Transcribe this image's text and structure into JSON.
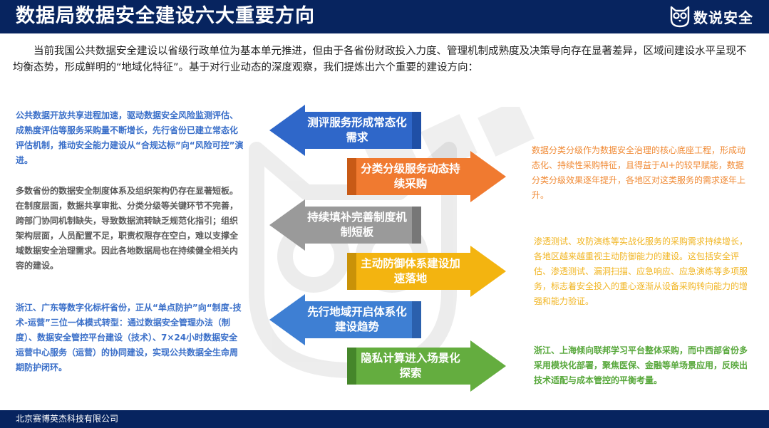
{
  "header": {
    "title": "数据局数据安全建设六大重要方向",
    "logo_text": "数说安全"
  },
  "intro": "当前我国公共数据安全建设以省级行政单位为基本单元推进，但由于各省份财政投入力度、管理机制成熟度及决策导向存在显著差异，区域间建设水平呈现不均衡态势，形成鲜明的“地域化特征”。基于对行业动态的深度观察，我们提炼出六个重要的建设方向：",
  "arrows": [
    {
      "label": "测评服务形成常态化需求",
      "color": "#2f67c9"
    },
    {
      "label": "分类分级服务动态持续采购",
      "color": "#f07a30"
    },
    {
      "label": "持续填补完善制度机制短板",
      "color": "#9a9a9a"
    },
    {
      "label": "主动防御体系建设加速落地",
      "color": "#f3b410"
    },
    {
      "label": "先行地域开启体系化建设趋势",
      "color": "#3e7fd3"
    },
    {
      "label": "隐私计算进入场景化探索",
      "color": "#64ad3f"
    }
  ],
  "descriptions": {
    "left_1": "公共数据开放共享进程加速，驱动数据安全风险监测评估、成熟度评估等服务采购量不断增长，先行省份已建立常态化评估机制，推动安全能力建设从“合规达标”向“风险可控”演进。",
    "right_1": "数据分类分级作为数据安全治理的核心底座工程，形成动态化、持续性采购特征，且得益于AI+的较早赋能，数据分类分级效果逐年提升，各地区对这类服务的需求逐年上升。",
    "left_2": "多数省份的数据安全制度体系及组织架构仍存在显著短板。在制度层面，数据共享审批、分类分级等关键环节不完善，跨部门协同机制缺失，导致数据流转缺乏规范化指引；组织架构层面，人员配置不足，职责权限存在空白，难以支撑全域数据安全治理需求。因此各地数据局也在持续健全相关内容的建设。",
    "right_2": "渗透测试、攻防演练等实战化服务的采购需求持续增长，各地区越来越重视主动防御能力的建设。这包括安全评估、渗透测试、漏洞扫描、应急响应、应急演练等多项服务，标志着安全投入的重心逐渐从设备采购转向能力的增强和能力验证。",
    "left_3": "浙江、广东等数字化标杆省份，正从“单点防护”向“制度-技术-运营”三位一体模式转型：通过数据安全管理办法（制度）、数据安全管控平台建设（技术）、7×24小时数据安全运营中心服务（运营）的协同建设，实现公共数据全生命周期防护闭环。",
    "right_3": "浙江、上海倾向联邦学习平台整体采购，而中西部省份多采用模块化部署，聚焦医保、金融等单场景应用，反映出技术适配与成本管控的平衡考量。"
  },
  "footer": {
    "company": "北京赛博英杰科技有限公司"
  }
}
